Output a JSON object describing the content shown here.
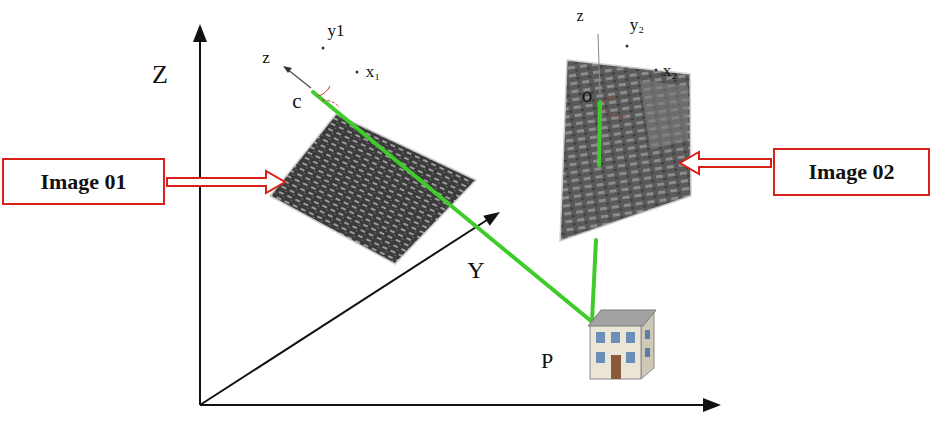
{
  "diagram": {
    "nodes": [
      {
        "text": [
          "Image 01"
        ]
      },
      {
        "text": [
          "Image 02"
        ]
      }
    ],
    "labels": [
      "Z",
      "z",
      "y1",
      "x₁",
      "c",
      "z",
      "y₂",
      "x₂",
      "o",
      "Y",
      "P"
    ]
  }
}
